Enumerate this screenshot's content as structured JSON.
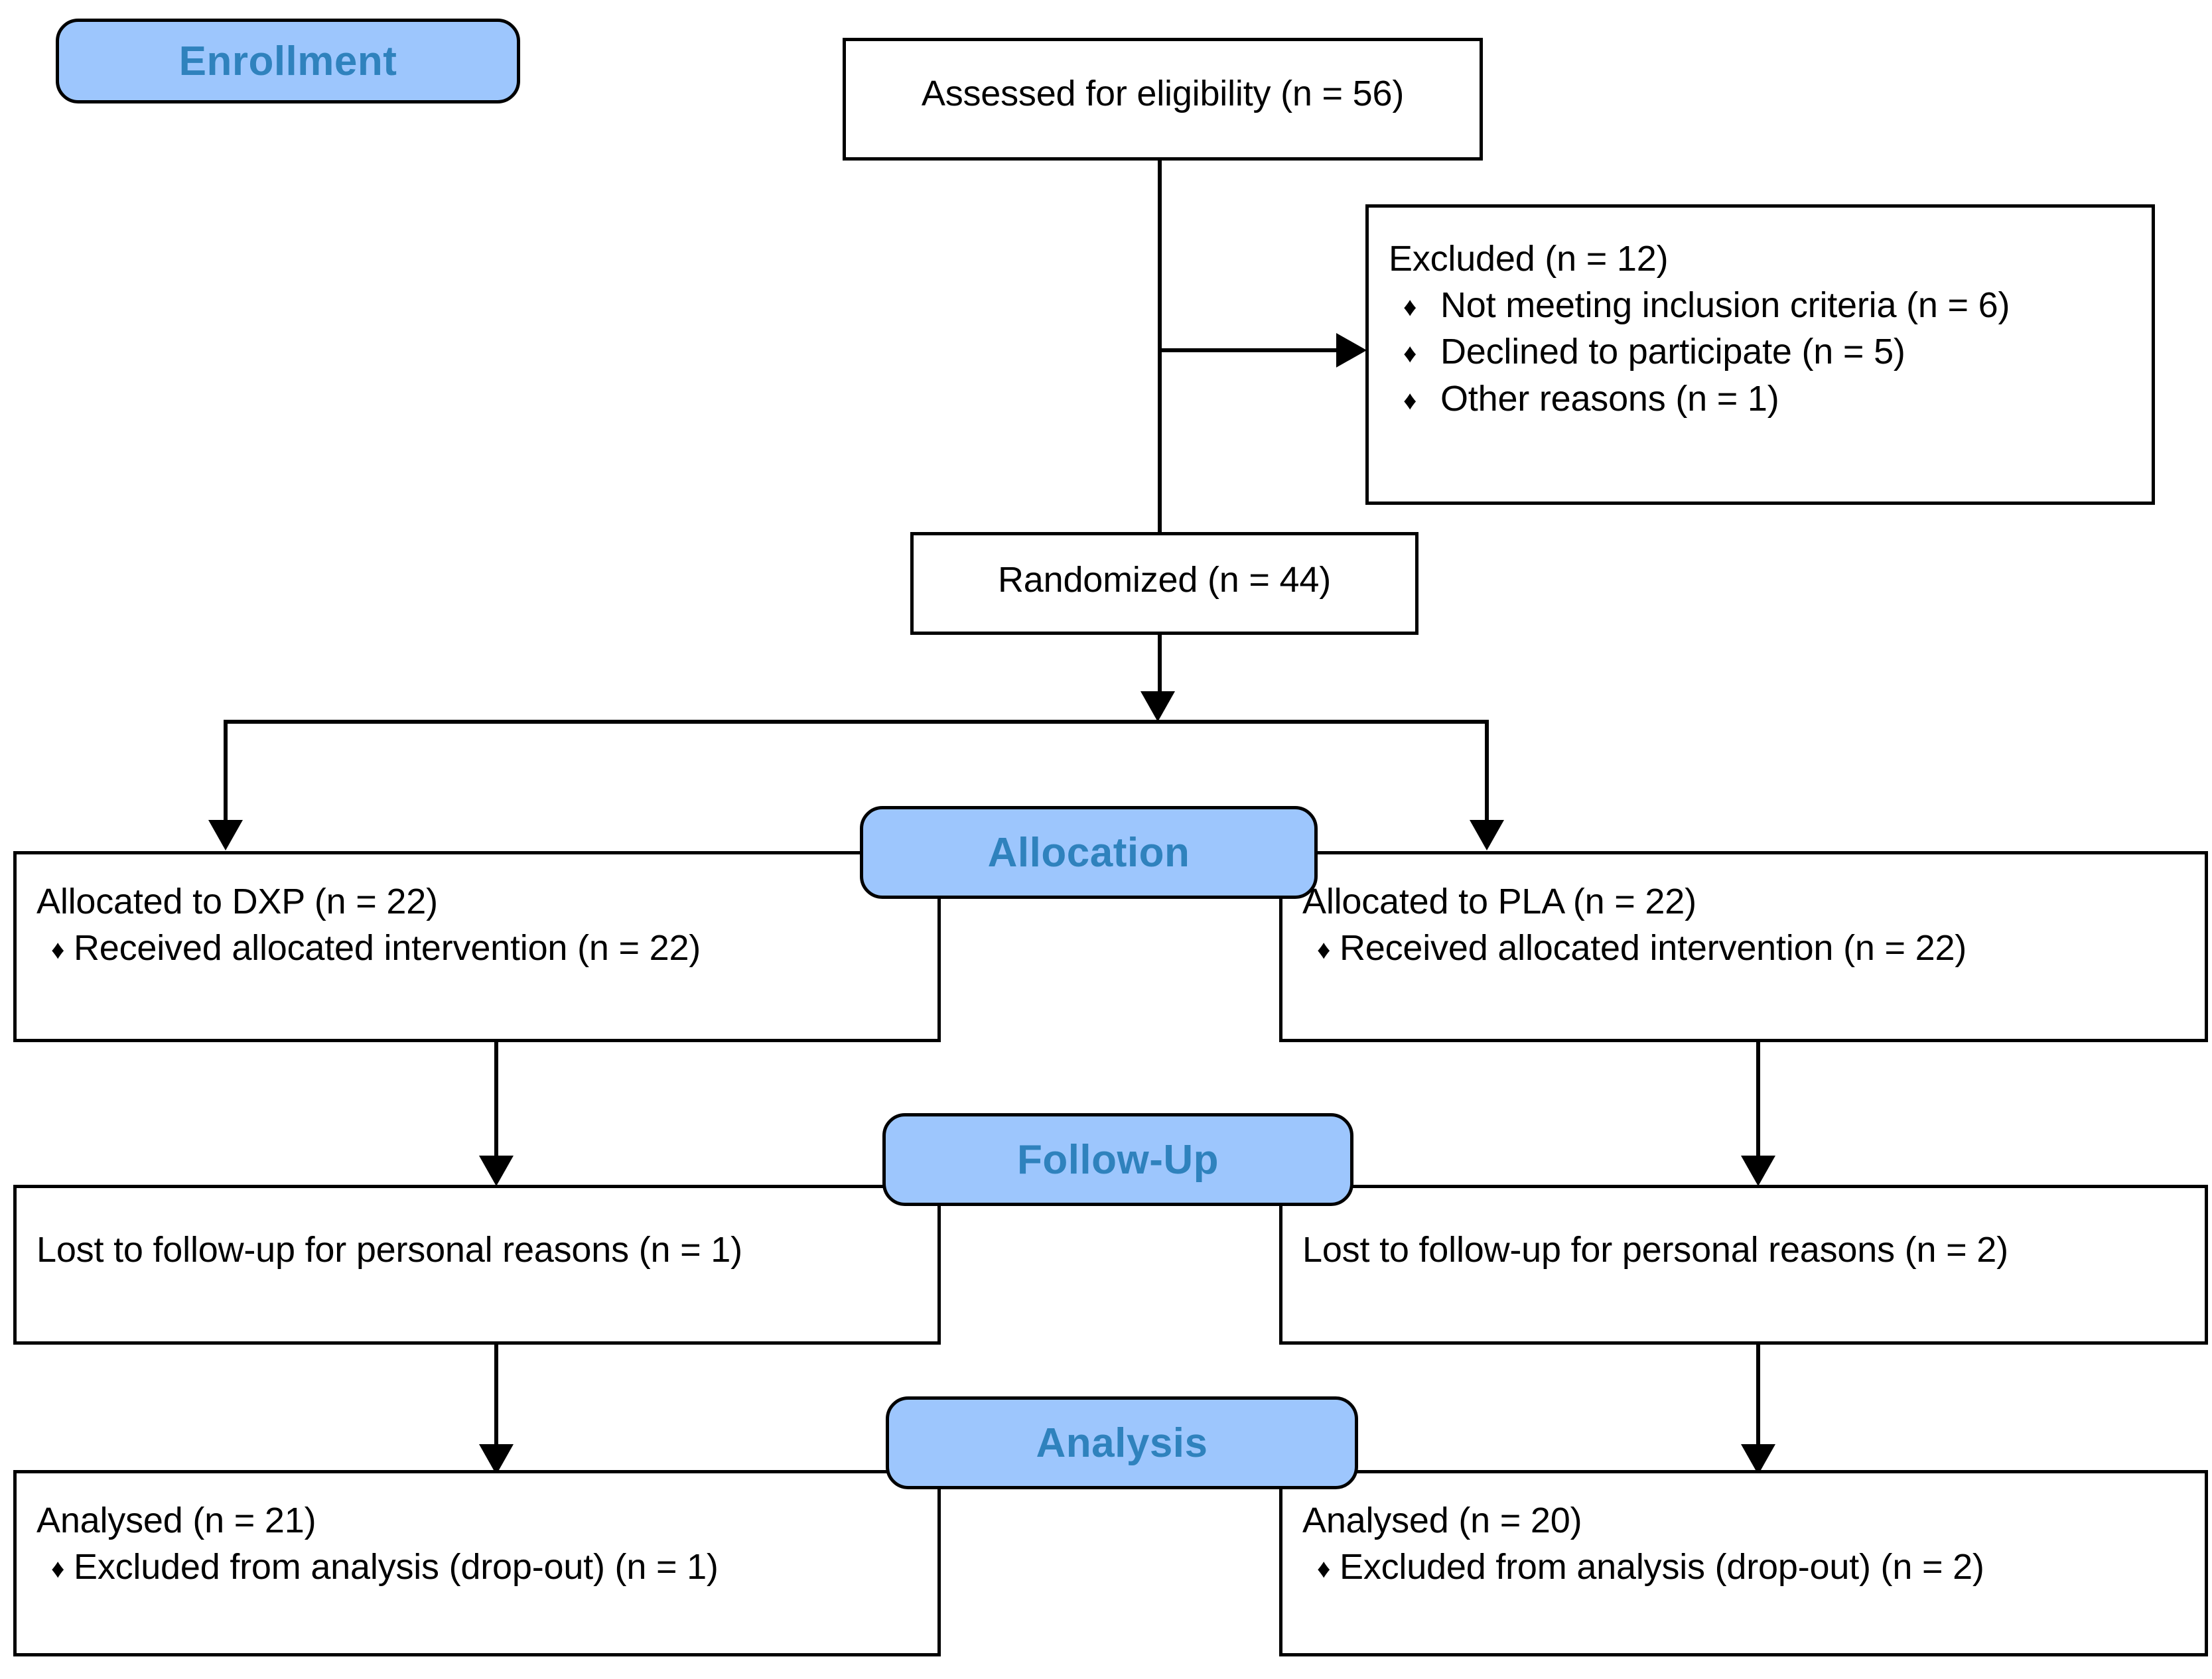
{
  "diagram": {
    "title": "CONSORT participant flow diagram",
    "colors": {
      "pill_fill": "#9dc6fd",
      "pill_text": "#2f82bd",
      "box_border": "#000000",
      "box_fill": "#ffffff",
      "connector": "#000000"
    },
    "bullet_glyph": "♦"
  },
  "stages": {
    "enrollment": "Enrollment",
    "allocation": "Allocation",
    "followup": "Follow-Up",
    "analysis": "Analysis"
  },
  "nodes": {
    "assessed": {
      "text": "Assessed for eligibility (n = 56)"
    },
    "excluded": {
      "heading": "Excluded  (n = 12)",
      "reasons": [
        "Not meeting inclusion criteria (n = 6)",
        "Declined to participate (n = 5)",
        "Other reasons (n = 1)"
      ]
    },
    "randomized": {
      "text": "Randomized (n = 44)"
    },
    "allocated_left": {
      "heading": "Allocated to DXP (n = 22)",
      "detail": "Received allocated intervention (n = 22)"
    },
    "allocated_right": {
      "heading": "Allocated to PLA (n = 22)",
      "detail": "Received allocated intervention (n = 22)"
    },
    "followup_left": {
      "text": "Lost to follow-up for personal reasons (n = 1)"
    },
    "followup_right": {
      "text": "Lost to follow-up for personal reasons (n = 2)"
    },
    "analysed_left": {
      "heading": "Analysed (n = 21)",
      "detail": "Excluded from analysis (drop-out) (n = 1)"
    },
    "analysed_right": {
      "heading": "Analysed (n = 20)",
      "detail": "Excluded from analysis (drop-out) (n = 2)"
    }
  },
  "counts": {
    "assessed_n": 56,
    "excluded_n": 12,
    "excluded_not_meeting_n": 6,
    "excluded_declined_n": 5,
    "excluded_other_n": 1,
    "randomized_n": 44,
    "dxp_allocated_n": 22,
    "dxp_received_n": 22,
    "pla_allocated_n": 22,
    "pla_received_n": 22,
    "dxp_lost_n": 1,
    "pla_lost_n": 2,
    "dxp_analysed_n": 21,
    "pla_analysed_n": 20,
    "dxp_excluded_analysis_n": 1,
    "pla_excluded_analysis_n": 2
  }
}
